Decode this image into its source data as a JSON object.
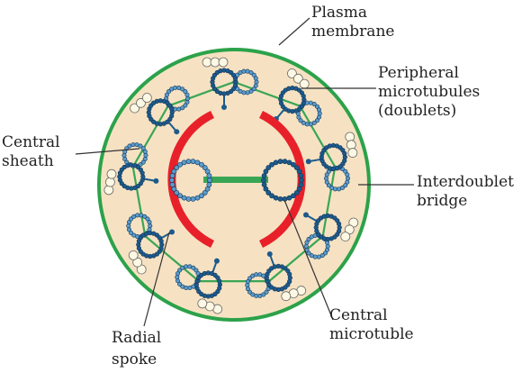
{
  "labels": {
    "plasma_membrane": [
      "Plasma",
      "membrane"
    ],
    "peripheral": [
      "Peripheral",
      "microtubules",
      "(doublets)"
    ],
    "central_sheath": [
      "Central",
      "sheath"
    ],
    "interdoublet": [
      "Interdoublet",
      "bridge"
    ],
    "central_microtubule": [
      "Central",
      "microtuble"
    ],
    "radial_spoke": [
      "Radial",
      "spoke"
    ]
  },
  "colors": {
    "membrane": "#2ca24a",
    "cytoplasm": "#f6e2c2",
    "sheath": "#e8202a",
    "tubule_dark": "#1d5a8c",
    "tubule_light": "#5b9ccc",
    "bridge": "#3aa655",
    "dynein": "#fdf8e3"
  },
  "doublet_count": 9
}
